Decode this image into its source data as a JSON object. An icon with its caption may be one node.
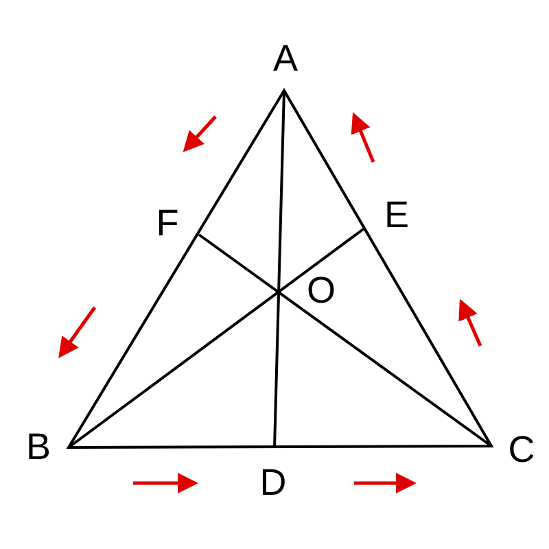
{
  "diagram": {
    "labels": [
      "A",
      "F",
      "E",
      "O",
      "B",
      "C",
      "D"
    ]
  }
}
